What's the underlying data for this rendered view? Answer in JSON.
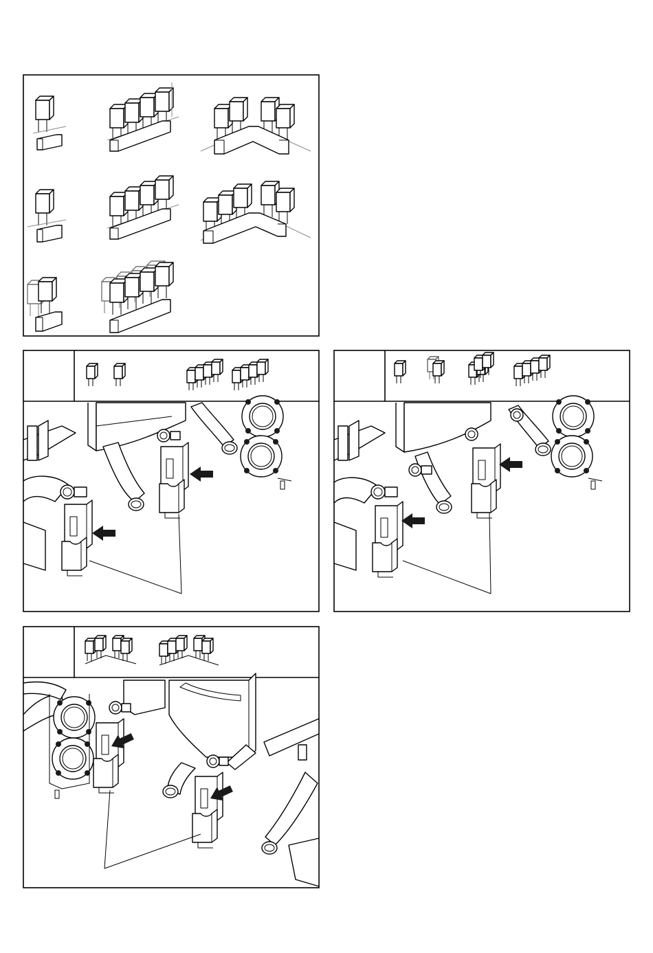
{
  "figure": {
    "overview_panel": {
      "configurations": [
        "single-unit",
        "four-unit-line",
        "corner-2-plus-2",
        "single-unit-alt",
        "four-unit-line-alt",
        "corner-3-plus-2",
        "back-to-back-single",
        "back-to-back-four"
      ]
    },
    "detail_panels": [
      {
        "id": "panel-a",
        "config_icons": 4,
        "arrows": 2,
        "leader_lines": 2
      },
      {
        "id": "panel-b",
        "config_icons": 4,
        "arrows": 2,
        "leader_lines": 2
      },
      {
        "id": "panel-c",
        "config_icons": 2,
        "arrows": 2,
        "leader_lines": 2
      }
    ],
    "colors": {
      "line": "#000000",
      "shade": "#8a8a8a",
      "background": "#ffffff"
    }
  }
}
